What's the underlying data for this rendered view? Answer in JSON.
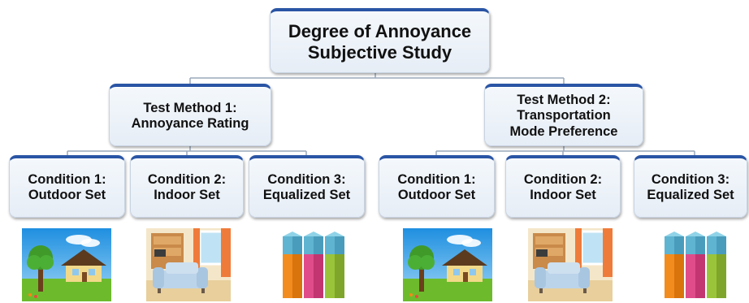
{
  "root": {
    "line1": "Degree of Annoyance",
    "line2": "Subjective Study"
  },
  "methods": [
    {
      "lines": [
        "Test Method 1:",
        "Annoyance Rating"
      ],
      "conditions": [
        {
          "line1": "Condition 1:",
          "line2": "Outdoor Set",
          "image": "house-outdoor-scene"
        },
        {
          "line1": "Condition 2:",
          "line2": "Indoor Set",
          "image": "living-room-indoor-scene"
        },
        {
          "line1": "Condition 3:",
          "line2": "Equalized Set",
          "image": "equal-bars-3d"
        }
      ]
    },
    {
      "lines": [
        "Test Method 2:",
        "Transportation",
        "Mode Preference"
      ],
      "conditions": [
        {
          "line1": "Condition 1:",
          "line2": "Outdoor Set",
          "image": "house-outdoor-scene"
        },
        {
          "line1": "Condition 2:",
          "line2": "Indoor Set",
          "image": "living-room-indoor-scene"
        },
        {
          "line1": "Condition 3:",
          "line2": "Equalized Set",
          "image": "equal-bars-3d"
        }
      ]
    }
  ],
  "colors": {
    "box_top": "#2a55a5",
    "box_fill": "#eaf0f7",
    "connector": "#9aa8bb"
  }
}
